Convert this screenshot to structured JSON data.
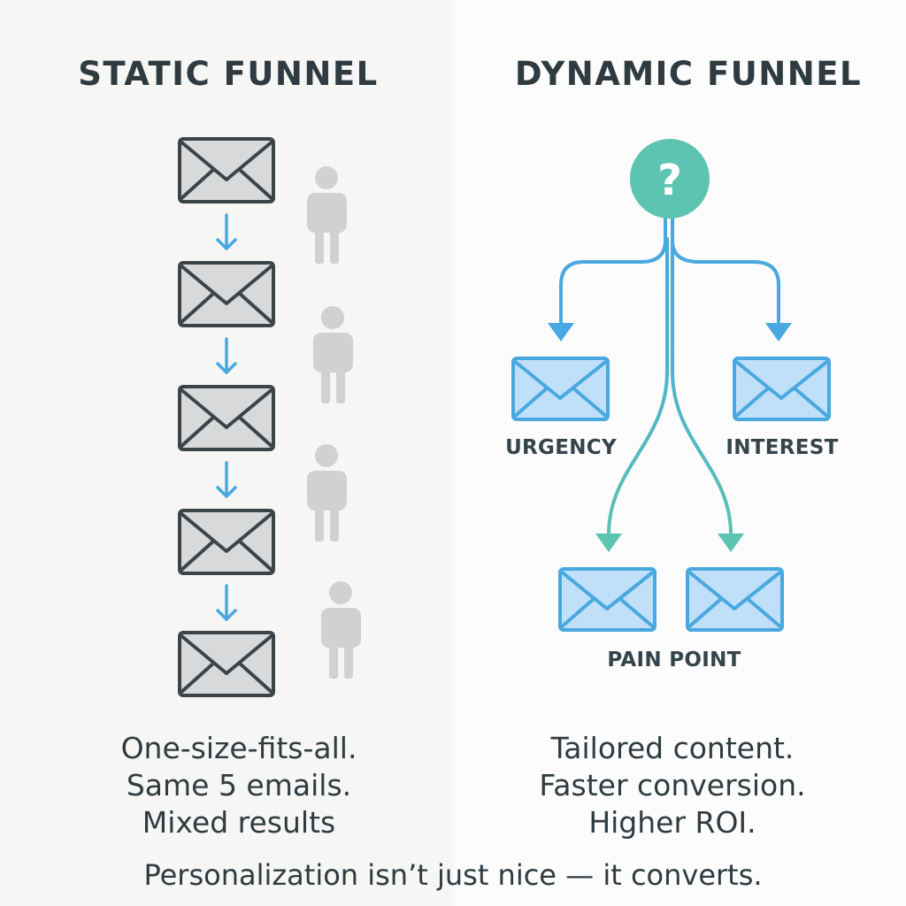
{
  "left": {
    "title": "STATIC FUNNEL",
    "caption": [
      "One-size-fits-all.",
      "Same 5 emails.",
      "Mixed results"
    ]
  },
  "right": {
    "title": "DYNAMIC FUNNEL",
    "question_mark": "?",
    "labels": {
      "urgency": "URGENCY",
      "interest": "INTEREST",
      "pain_point": "PAIN POINT"
    },
    "caption": [
      "Tailored content.",
      "Faster conversion.",
      "Higher ROI."
    ]
  },
  "footer": "Personalization isn’t just nice — it converts.",
  "colors": {
    "static_envelope_fill": "#d8d9da",
    "static_envelope_stroke": "#3d4448",
    "arrow_blue": "#4aa8e0",
    "person_gray": "#cfd1d3",
    "dynamic_envelope_fill": "#bfe0f8",
    "dynamic_envelope_stroke": "#4aa8e0",
    "teal": "#5cc4b0"
  },
  "icons": {
    "static_steps": [
      "envelope-icon",
      "envelope-icon",
      "envelope-icon",
      "envelope-icon",
      "envelope-icon"
    ],
    "audience": [
      "person-icon",
      "person-icon",
      "person-icon",
      "person-icon"
    ],
    "branch_origin": "question-circle-icon"
  }
}
